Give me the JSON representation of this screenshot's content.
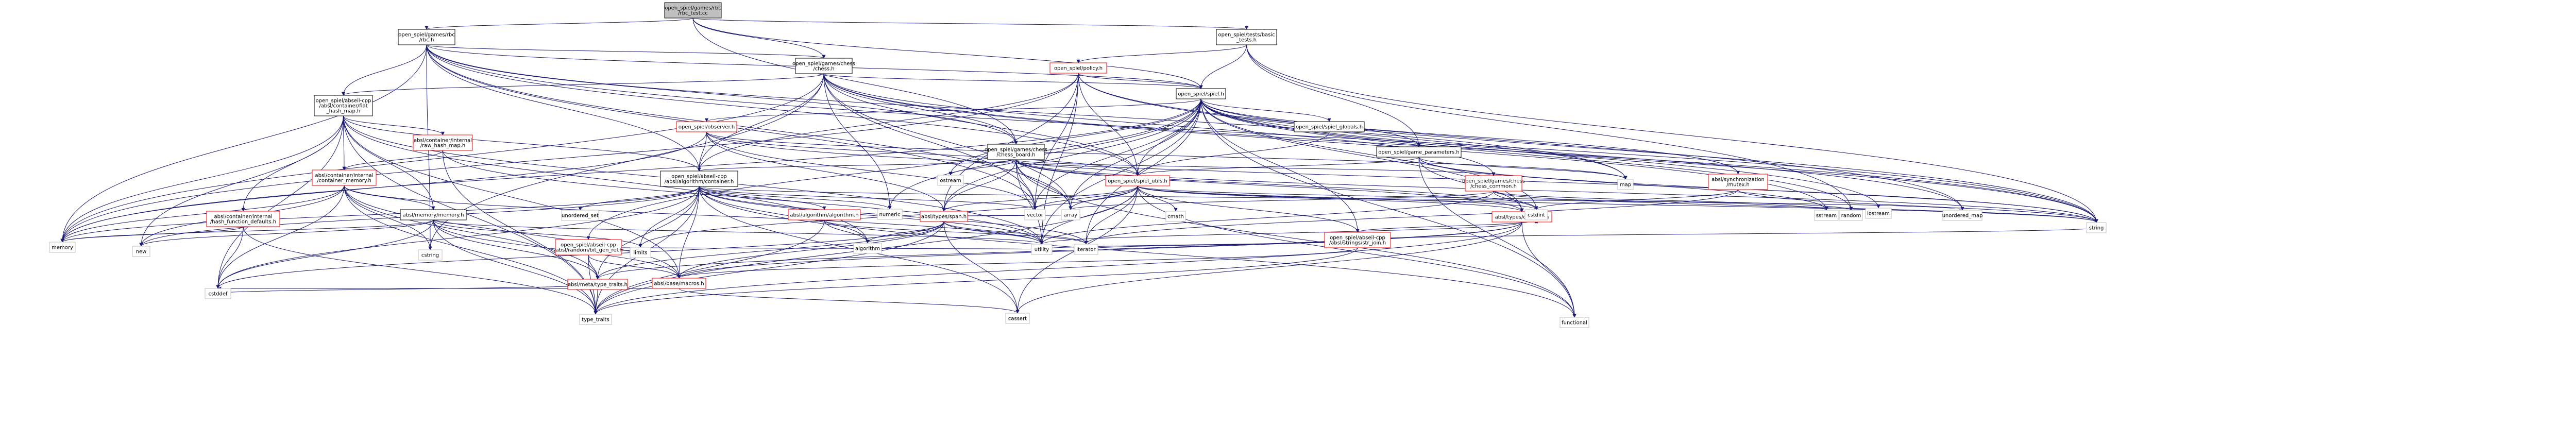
{
  "colors": {
    "edge": "#191970",
    "node_border_normal": "#000000",
    "node_border_missing": "#bfbfbf",
    "node_border_link": "#ff0000",
    "node_fill_root": "#bfbfbf",
    "node_fill": "#ffffff",
    "text_link_red": "#ff0000"
  },
  "nodes": [
    {
      "id": "root",
      "lines": [
        "open_spiel/games/rbc",
        "/rbc_test.cc"
      ],
      "style": "root"
    },
    {
      "id": "rbc_h",
      "lines": [
        "open_spiel/games/rbc",
        "/rbc.h"
      ],
      "style": "normal"
    },
    {
      "id": "basic_tests",
      "lines": [
        "open_spiel/tests/basic",
        "_tests.h"
      ],
      "style": "normal"
    },
    {
      "id": "chess_h",
      "lines": [
        "open_spiel/games/chess",
        "/chess.h"
      ],
      "style": "normal"
    },
    {
      "id": "policy_h",
      "lines": [
        "open_spiel/policy.h"
      ],
      "style": "link"
    },
    {
      "id": "spiel_h",
      "lines": [
        "open_spiel/spiel.h"
      ],
      "style": "normal"
    },
    {
      "id": "flat_hash_map",
      "lines": [
        "open_spiel/abseil-cpp",
        "/absl/container/flat",
        "_hash_map.h"
      ],
      "style": "normal"
    },
    {
      "id": "observer_h",
      "lines": [
        "open_spiel/observer.h"
      ],
      "style": "link"
    },
    {
      "id": "spiel_globals",
      "lines": [
        "open_spiel/spiel_globals.h"
      ],
      "style": "normal"
    },
    {
      "id": "raw_hash_map",
      "lines": [
        "absl/container/internal",
        "/raw_hash_map.h"
      ],
      "style": "link"
    },
    {
      "id": "chess_board",
      "lines": [
        "open_spiel/games/chess",
        "/chess_board.h"
      ],
      "style": "normal"
    },
    {
      "id": "game_params",
      "lines": [
        "open_spiel/game_parameters.h"
      ],
      "style": "normal"
    },
    {
      "id": "container_memory",
      "lines": [
        "absl/container/internal",
        "/container_memory.h"
      ],
      "style": "link"
    },
    {
      "id": "inlined_vector",
      "lines": [
        "open_spiel/abseil-cpp",
        "/absl/algorithm/container.h"
      ],
      "style": "normal"
    },
    {
      "id": "spiel_utils",
      "lines": [
        "open_spiel/spiel_utils.h"
      ],
      "style": "link"
    },
    {
      "id": "chess_common",
      "lines": [
        "open_spiel/games/chess",
        "/chess_common.h"
      ],
      "style": "link"
    },
    {
      "id": "sync_mutex",
      "lines": [
        "absl/synchronization",
        "/mutex.h"
      ],
      "style": "link"
    },
    {
      "id": "hash_fn_defaults",
      "lines": [
        "absl/container/internal",
        "/hash_function_defaults.h"
      ],
      "style": "link"
    },
    {
      "id": "absl_memory",
      "lines": [
        "absl/memory/memory.h"
      ],
      "style": "normal"
    },
    {
      "id": "random_bit_gen",
      "lines": [
        "open_spiel/abseil-cpp",
        "/absl/random/bit_gen_ref.h"
      ],
      "style": "link"
    },
    {
      "id": "algorithm_h",
      "lines": [
        "absl/algorithm/algorithm.h"
      ],
      "style": "link"
    },
    {
      "id": "absl_span",
      "lines": [
        "absl/types/span.h"
      ],
      "style": "link"
    },
    {
      "id": "str_join",
      "lines": [
        "open_spiel/abseil-cpp",
        "/absl/strings/str_join.h"
      ],
      "style": "link"
    },
    {
      "id": "optional_h",
      "lines": [
        "absl/types/optional.h"
      ],
      "style": "link"
    },
    {
      "id": "type_traits_absl",
      "lines": [
        "absl/meta/type_traits.h"
      ],
      "style": "link"
    },
    {
      "id": "absl_macros",
      "lines": [
        "absl/base/macros.h"
      ],
      "style": "link"
    },
    {
      "id": "memory",
      "lines": [
        "memory"
      ],
      "style": "missing"
    },
    {
      "id": "cstring",
      "lines": [
        "cstring"
      ],
      "style": "missing"
    },
    {
      "id": "new",
      "lines": [
        "new"
      ],
      "style": "missing"
    },
    {
      "id": "limits",
      "lines": [
        "limits"
      ],
      "style": "missing"
    },
    {
      "id": "cstddef",
      "lines": [
        "cstddef"
      ],
      "style": "missing"
    },
    {
      "id": "type_traits",
      "lines": [
        "type_traits"
      ],
      "style": "missing"
    },
    {
      "id": "unordered_set",
      "lines": [
        "unordered_set"
      ],
      "style": "missing"
    },
    {
      "id": "algorithm",
      "lines": [
        "algorithm"
      ],
      "style": "missing"
    },
    {
      "id": "numeric",
      "lines": [
        "numeric"
      ],
      "style": "missing"
    },
    {
      "id": "vector",
      "lines": [
        "vector"
      ],
      "style": "missing"
    },
    {
      "id": "array",
      "lines": [
        "array"
      ],
      "style": "missing"
    },
    {
      "id": "cmath",
      "lines": [
        "cmath"
      ],
      "style": "missing"
    },
    {
      "id": "utility",
      "lines": [
        "utility"
      ],
      "style": "missing"
    },
    {
      "id": "iterator",
      "lines": [
        "iterator"
      ],
      "style": "missing"
    },
    {
      "id": "cassert",
      "lines": [
        "cassert"
      ],
      "style": "missing"
    },
    {
      "id": "ostream",
      "lines": [
        "ostream"
      ],
      "style": "missing"
    },
    {
      "id": "map",
      "lines": [
        "map"
      ],
      "style": "missing"
    },
    {
      "id": "cstdint",
      "lines": [
        "cstdint"
      ],
      "style": "missing"
    },
    {
      "id": "sstream",
      "lines": [
        "sstream"
      ],
      "style": "missing"
    },
    {
      "id": "random",
      "lines": [
        "random"
      ],
      "style": "missing"
    },
    {
      "id": "unordered_map",
      "lines": [
        "unordered_map"
      ],
      "style": "missing"
    },
    {
      "id": "string",
      "lines": [
        "string"
      ],
      "style": "missing"
    },
    {
      "id": "functional",
      "lines": [
        "functional"
      ],
      "style": "missing"
    },
    {
      "id": "iostream",
      "lines": [
        "iostream"
      ],
      "style": "missing"
    }
  ],
  "edges": [
    [
      "root",
      "rbc_h"
    ],
    [
      "root",
      "basic_tests"
    ],
    [
      "root",
      "chess_h"
    ],
    [
      "root",
      "spiel_h"
    ],
    [
      "root",
      "chess_board"
    ],
    [
      "rbc_h",
      "chess_h"
    ],
    [
      "rbc_h",
      "flat_hash_map"
    ],
    [
      "rbc_h",
      "spiel_h"
    ],
    [
      "rbc_h",
      "chess_board"
    ],
    [
      "rbc_h",
      "inlined_vector"
    ],
    [
      "rbc_h",
      "spiel_utils"
    ],
    [
      "rbc_h",
      "memory"
    ],
    [
      "rbc_h",
      "array"
    ],
    [
      "rbc_h",
      "string"
    ],
    [
      "rbc_h",
      "vector"
    ],
    [
      "rbc_h",
      "cstring"
    ],
    [
      "rbc_h",
      "map"
    ],
    [
      "basic_tests",
      "policy_h"
    ],
    [
      "basic_tests",
      "spiel_h"
    ],
    [
      "basic_tests",
      "game_params"
    ],
    [
      "basic_tests",
      "random"
    ],
    [
      "basic_tests",
      "string"
    ],
    [
      "chess_h",
      "flat_hash_map"
    ],
    [
      "chess_h",
      "chess_board"
    ],
    [
      "chess_h",
      "chess_common"
    ],
    [
      "chess_h",
      "spiel_h"
    ],
    [
      "chess_h",
      "spiel_utils"
    ],
    [
      "chess_h",
      "inlined_vector"
    ],
    [
      "chess_h",
      "memory"
    ],
    [
      "chess_h",
      "array"
    ],
    [
      "chess_h",
      "string"
    ],
    [
      "chess_h",
      "vector"
    ],
    [
      "chess_h",
      "numeric"
    ],
    [
      "chess_h",
      "cstring"
    ],
    [
      "chess_h",
      "sstream"
    ],
    [
      "policy_h",
      "spiel_h"
    ],
    [
      "policy_h",
      "spiel_utils"
    ],
    [
      "policy_h",
      "inlined_vector"
    ],
    [
      "policy_h",
      "absl_span"
    ],
    [
      "policy_h",
      "string"
    ],
    [
      "policy_h",
      "utility"
    ],
    [
      "policy_h",
      "unordered_map"
    ],
    [
      "policy_h",
      "vector"
    ],
    [
      "policy_h",
      "memory"
    ],
    [
      "spiel_h",
      "observer_h"
    ],
    [
      "spiel_h",
      "spiel_globals"
    ],
    [
      "spiel_h",
      "game_params"
    ],
    [
      "spiel_h",
      "spiel_utils"
    ],
    [
      "spiel_h",
      "sync_mutex"
    ],
    [
      "spiel_h",
      "optional_h"
    ],
    [
      "spiel_h",
      "absl_span"
    ],
    [
      "spiel_h",
      "random_bit_gen"
    ],
    [
      "spiel_h",
      "str_join"
    ],
    [
      "spiel_h",
      "memory"
    ],
    [
      "spiel_h",
      "map"
    ],
    [
      "spiel_h",
      "string"
    ],
    [
      "spiel_h",
      "vector"
    ],
    [
      "spiel_h",
      "random"
    ],
    [
      "spiel_h",
      "unordered_map"
    ],
    [
      "spiel_h",
      "functional"
    ],
    [
      "spiel_h",
      "iostream"
    ],
    [
      "spiel_h",
      "ostream"
    ],
    [
      "spiel_h",
      "cstdint"
    ],
    [
      "spiel_h",
      "utility"
    ],
    [
      "spiel_h",
      "numeric"
    ],
    [
      "spiel_h",
      "array"
    ],
    [
      "spiel_h",
      "iterator"
    ],
    [
      "flat_hash_map",
      "raw_hash_map"
    ],
    [
      "flat_hash_map",
      "container_memory"
    ],
    [
      "flat_hash_map",
      "hash_fn_defaults"
    ],
    [
      "flat_hash_map",
      "absl_memory"
    ],
    [
      "flat_hash_map",
      "inlined_vector"
    ],
    [
      "flat_hash_map",
      "absl_macros"
    ],
    [
      "flat_hash_map",
      "algorithm"
    ],
    [
      "flat_hash_map",
      "cstddef"
    ],
    [
      "flat_hash_map",
      "new"
    ],
    [
      "flat_hash_map",
      "type_traits"
    ],
    [
      "flat_hash_map",
      "utility"
    ],
    [
      "flat_hash_map",
      "memory"
    ],
    [
      "observer_h",
      "spiel_utils"
    ],
    [
      "observer_h",
      "inlined_vector"
    ],
    [
      "observer_h",
      "absl_span"
    ],
    [
      "observer_h",
      "vector"
    ],
    [
      "observer_h",
      "string"
    ],
    [
      "observer_h",
      "memory"
    ],
    [
      "observer_h",
      "map"
    ],
    [
      "spiel_globals",
      "spiel_utils"
    ],
    [
      "raw_hash_map",
      "container_memory"
    ],
    [
      "raw_hash_map",
      "utility"
    ],
    [
      "raw_hash_map",
      "type_traits"
    ],
    [
      "chess_board",
      "spiel_utils"
    ],
    [
      "chess_board",
      "chess_common"
    ],
    [
      "chess_board",
      "inlined_vector"
    ],
    [
      "chess_board",
      "optional_h"
    ],
    [
      "chess_board",
      "absl_span"
    ],
    [
      "chess_board",
      "array"
    ],
    [
      "chess_board",
      "vector"
    ],
    [
      "chess_board",
      "string"
    ],
    [
      "chess_board",
      "cstdint"
    ],
    [
      "chess_board",
      "ostream"
    ],
    [
      "chess_board",
      "functional"
    ],
    [
      "chess_board",
      "utility"
    ],
    [
      "game_params",
      "spiel_utils"
    ],
    [
      "game_params",
      "map"
    ],
    [
      "game_params",
      "string"
    ],
    [
      "game_params",
      "functional"
    ],
    [
      "game_params",
      "sstream"
    ],
    [
      "game_params",
      "optional_h"
    ],
    [
      "container_memory",
      "absl_memory"
    ],
    [
      "container_memory",
      "absl_macros"
    ],
    [
      "container_memory",
      "type_traits_absl"
    ],
    [
      "container_memory",
      "cstddef"
    ],
    [
      "container_memory",
      "cstring"
    ],
    [
      "container_memory",
      "memory"
    ],
    [
      "container_memory",
      "new"
    ],
    [
      "container_memory",
      "tuple"
    ],
    [
      "container_memory",
      "type_traits"
    ],
    [
      "container_memory",
      "utility"
    ],
    [
      "inlined_vector",
      "algorithm_h"
    ],
    [
      "inlined_vector",
      "absl_macros"
    ],
    [
      "inlined_vector",
      "type_traits_absl"
    ],
    [
      "inlined_vector",
      "unordered_set"
    ],
    [
      "inlined_vector",
      "algorithm"
    ],
    [
      "inlined_vector",
      "numeric"
    ],
    [
      "inlined_vector",
      "vector"
    ],
    [
      "inlined_vector",
      "cassert"
    ],
    [
      "inlined_vector",
      "cstddef"
    ],
    [
      "inlined_vector",
      "functional"
    ],
    [
      "inlined_vector",
      "iterator"
    ],
    [
      "inlined_vector",
      "new"
    ],
    [
      "inlined_vector",
      "type_traits"
    ],
    [
      "inlined_vector",
      "utility"
    ],
    [
      "inlined_vector",
      "unordered_map"
    ],
    [
      "inlined_vector",
      "memory"
    ],
    [
      "inlined_vector",
      "limits"
    ],
    [
      "spiel_utils",
      "absl_span"
    ],
    [
      "spiel_utils",
      "str_join"
    ],
    [
      "spiel_utils",
      "optional_h"
    ],
    [
      "spiel_utils",
      "array"
    ],
    [
      "spiel_utils",
      "vector"
    ],
    [
      "spiel_utils",
      "cmath"
    ],
    [
      "spiel_utils",
      "cstdint"
    ],
    [
      "spiel_utils",
      "string"
    ],
    [
      "spiel_utils",
      "sstream"
    ],
    [
      "spiel_utils",
      "utility"
    ],
    [
      "spiel_utils",
      "iterator"
    ],
    [
      "spiel_utils",
      "cassert"
    ],
    [
      "spiel_utils",
      "type_traits"
    ],
    [
      "spiel_utils",
      "functional"
    ],
    [
      "spiel_utils",
      "limits"
    ],
    [
      "chess_common",
      "cstdint"
    ],
    [
      "chess_common",
      "string"
    ],
    [
      "chess_common",
      "array"
    ],
    [
      "chess_common",
      "random"
    ],
    [
      "chess_common",
      "utility"
    ],
    [
      "sync_mutex",
      "cstdint"
    ],
    [
      "sync_mutex",
      "string"
    ],
    [
      "sync_mutex",
      "iterator"
    ],
    [
      "hash_fn_defaults",
      "cstddef"
    ],
    [
      "hash_fn_defaults",
      "memory"
    ],
    [
      "hash_fn_defaults",
      "type_traits"
    ],
    [
      "absl_memory",
      "absl_macros"
    ],
    [
      "absl_memory",
      "type_traits_absl"
    ],
    [
      "absl_memory",
      "cstddef"
    ],
    [
      "absl_memory",
      "limits"
    ],
    [
      "absl_memory",
      "memory"
    ],
    [
      "absl_memory",
      "new"
    ],
    [
      "absl_memory",
      "type_traits"
    ],
    [
      "absl_memory",
      "utility"
    ],
    [
      "random_bit_gen",
      "absl_macros"
    ],
    [
      "random_bit_gen",
      "type_traits_absl"
    ],
    [
      "random_bit_gen",
      "limits"
    ],
    [
      "random_bit_gen",
      "type_traits"
    ],
    [
      "random_bit_gen",
      "utility"
    ],
    [
      "algorithm_h",
      "algorithm"
    ],
    [
      "algorithm_h",
      "iterator"
    ],
    [
      "algorithm_h",
      "type_traits"
    ],
    [
      "absl_span",
      "absl_macros"
    ],
    [
      "absl_span",
      "type_traits_absl"
    ],
    [
      "absl_span",
      "algorithm"
    ],
    [
      "absl_span",
      "cassert"
    ],
    [
      "absl_span",
      "cstddef"
    ],
    [
      "absl_span",
      "iterator"
    ],
    [
      "absl_span",
      "type_traits"
    ],
    [
      "absl_span",
      "utility"
    ],
    [
      "absl_span",
      "array"
    ],
    [
      "absl_span",
      "vector"
    ],
    [
      "str_join",
      "absl_macros"
    ],
    [
      "str_join",
      "string"
    ],
    [
      "str_join",
      "utility"
    ],
    [
      "str_join",
      "cstdint"
    ],
    [
      "str_join",
      "iterator"
    ],
    [
      "str_join",
      "type_traits"
    ],
    [
      "optional_h",
      "absl_macros"
    ],
    [
      "optional_h",
      "type_traits_absl"
    ],
    [
      "optional_h",
      "utility"
    ],
    [
      "optional_h",
      "cassert"
    ],
    [
      "optional_h",
      "functional"
    ],
    [
      "optional_h",
      "type_traits"
    ],
    [
      "type_traits_absl",
      "cstddef"
    ],
    [
      "type_traits_absl",
      "type_traits"
    ],
    [
      "absl_macros",
      "cassert"
    ],
    [
      "absl_macros",
      "cstddef"
    ]
  ]
}
